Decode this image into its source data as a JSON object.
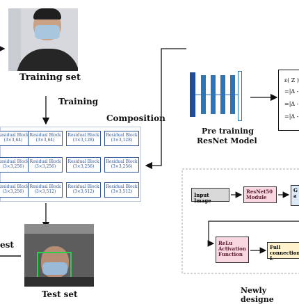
{
  "labels": {
    "training_set": "Training set",
    "training": "Training",
    "composition": "Composition",
    "pretraining_line1": "Pre training",
    "pretraining_line2": "ResNet Model",
    "test": "est",
    "test_set": "Test set",
    "newly_designed": "Newly designe"
  },
  "residual_rows": [
    [
      {
        "name": "Residual Block",
        "dims": "(3×3,64)"
      },
      {
        "name": "Residual Block",
        "dims": "(3×3,64)"
      },
      {
        "name": "Residual Block",
        "dims": "(3×3,128)"
      },
      {
        "name": "Residual Block",
        "dims": "(3×3,128)"
      }
    ],
    [
      {
        "name": "Residual Block",
        "dims": "(3×3,256)"
      },
      {
        "name": "Residual Block",
        "dims": "(3×3,256)"
      },
      {
        "name": "Residual Block",
        "dims": "(3×3,256)"
      },
      {
        "name": "Residual Block",
        "dims": "(3×3,256)"
      }
    ],
    [
      {
        "name": "Residual Block",
        "dims": "(3×3,256)"
      },
      {
        "name": "Residual Block",
        "dims": "(3×3,512)"
      },
      {
        "name": "Residual Block",
        "dims": "(3×3,512)"
      },
      {
        "name": "Residual Block",
        "dims": "(3×3,512)"
      }
    ]
  ],
  "flow": {
    "input_image": "Input Image",
    "resnet50_line1": "ResNet50",
    "resnet50_line2": "Module",
    "ga_line1": "G",
    "ga_line2": "a",
    "relu_line1": "ReLu",
    "relu_line2": "Activation",
    "relu_line3": "Function",
    "fc_line1": "Full",
    "fc_line2": "connection L"
  },
  "formula": {
    "line1": "ε( Z )",
    "line2": "=|Δ -",
    "line3": "=|Δ -",
    "line4": "=|Δ -"
  },
  "colors": {
    "block_border": "#2f5597",
    "resnet_bar": "#2e75b6",
    "resnet_first_bar": "#1f4e99",
    "input_box": "#d9d9d9",
    "resnet50_box": "#f8d7e0",
    "ga_box": "#dde9f7",
    "relu_box": "#f8d7e0",
    "fc_box": "#fff2cc"
  }
}
